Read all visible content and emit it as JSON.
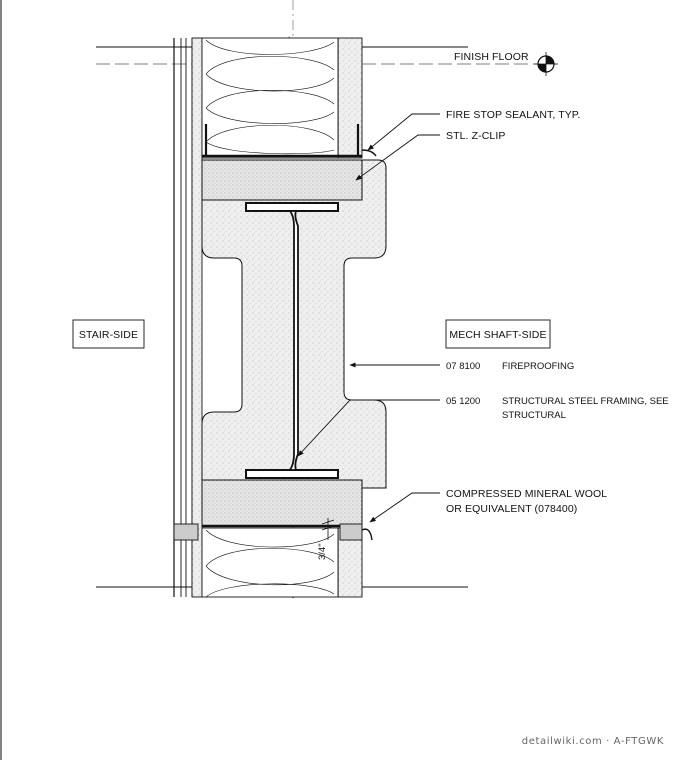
{
  "labels": {
    "finish_floor": "FINISH FLOOR",
    "fire_stop": "FIRE STOP SEALANT, TYP.",
    "z_clip": "STL. Z-CLIP",
    "stair_side": "STAIR-SIDE",
    "mech_shaft_side": "MECH SHAFT-SIDE",
    "fireproofing_code": "07 8100",
    "fireproofing": "FIREPROOFING",
    "steel_code": "05 1200",
    "steel_line1": "STRUCTURAL STEEL FRAMING, SEE",
    "steel_line2": "STRUCTURAL",
    "mineral_line1": "COMPRESSED MINERAL WOOL",
    "mineral_line2": "OR EQUIVALENT (078400)",
    "dimension": "3/4\""
  },
  "watermark": "detailwiki.com · A-FTGWK",
  "colors": {
    "line": "#111111",
    "fill_hatch": "#e9e9e9",
    "watermark": "#666666"
  }
}
